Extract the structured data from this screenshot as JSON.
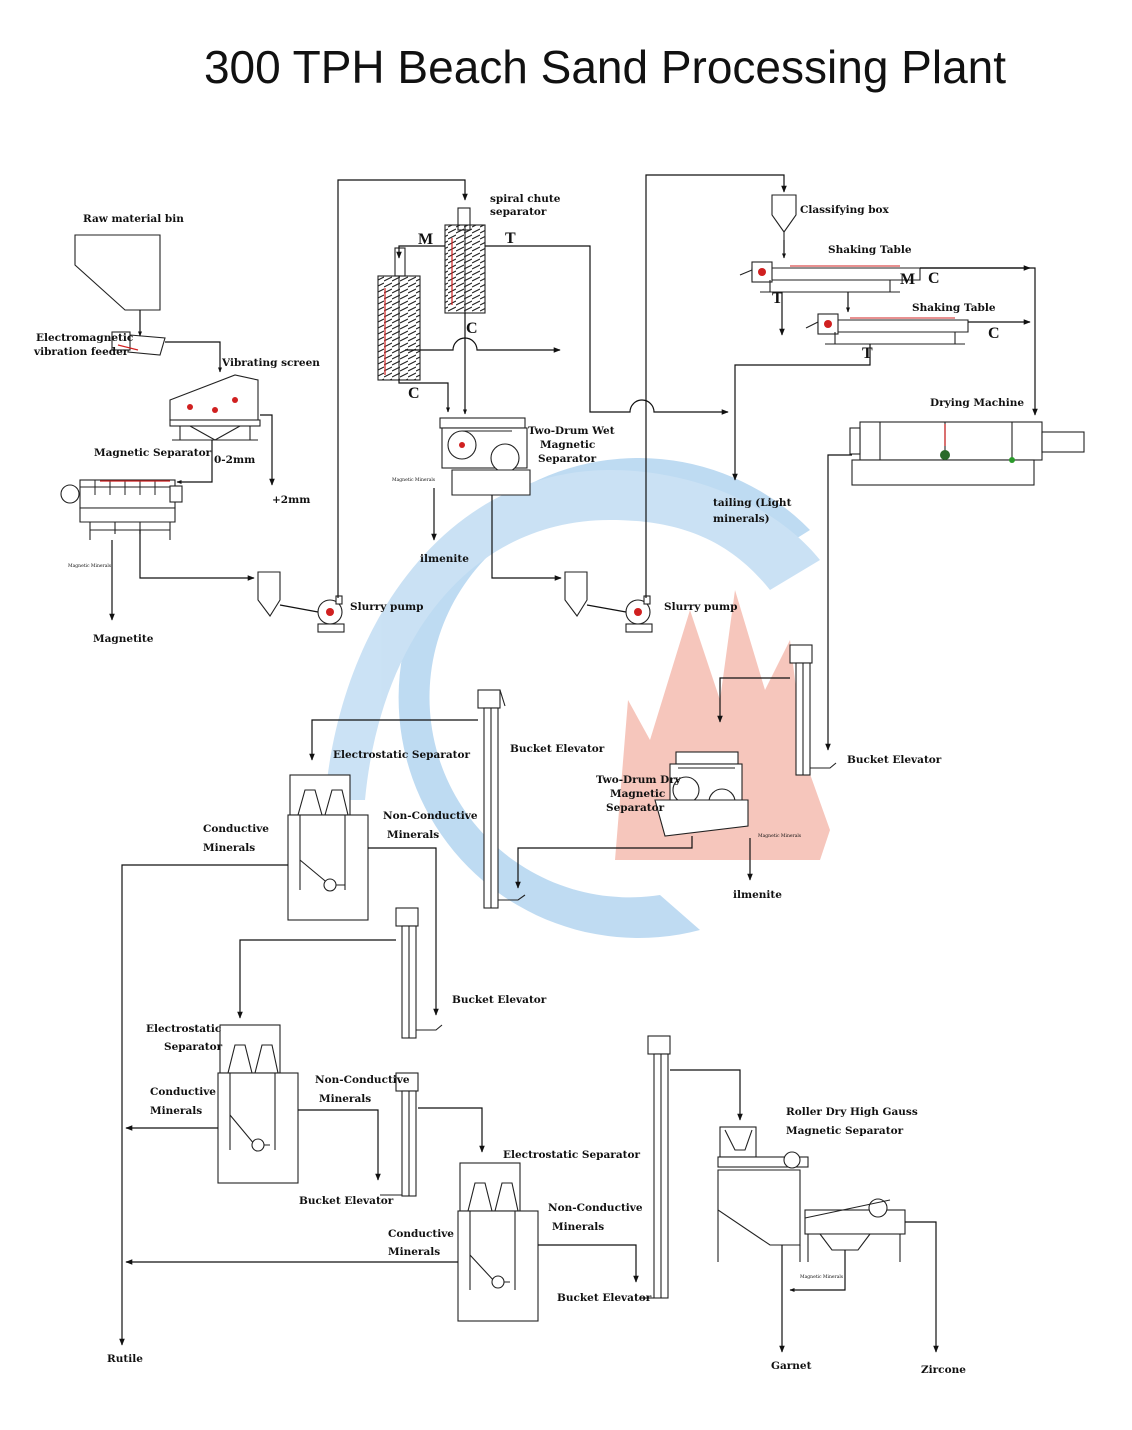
{
  "title": "300 TPH Beach Sand Processing Plant",
  "labels": {
    "raw_material_bin": "Raw material bin",
    "vibration_feeder": [
      "Electromagnetic",
      "vibration feeder"
    ],
    "vibrating_screen": "Vibrating screen",
    "size_fine": "0-2mm",
    "size_coarse": "+2mm",
    "magnetic_separator": "Magnetic Separator",
    "magnetic_minerals": "Magnetic Minerals",
    "magnetite": "Magnetite",
    "slurry_pump_1": "Slurry pump",
    "slurry_pump_2": "Slurry pump",
    "spiral_chute": [
      "spiral chute",
      "separator"
    ],
    "letter_m": "M",
    "letter_t": "T",
    "letter_c": "C",
    "two_drum_wet": [
      "Two-Drum Wet",
      "Magnetic",
      "Separator"
    ],
    "ilmenite_1": "ilmenite",
    "classifying_box": "Classifying box",
    "shaking_table_1": "Shaking Table",
    "shaking_table_2": "Shaking Table",
    "tailing": [
      "tailing (Light",
      "minerals)"
    ],
    "drying_machine": "Drying Machine",
    "bucket_elevator_1": "Bucket Elevator",
    "bucket_elevator_2": "Bucket Elevator",
    "bucket_elevator_3": "Bucket Elevator",
    "bucket_elevator_4": "Bucket Elevator",
    "bucket_elevator_5": "Bucket Elevator",
    "two_drum_dry": [
      "Two-Drum Dry",
      "Magnetic",
      "Separator"
    ],
    "ilmenite_2": "ilmenite",
    "electrostatic_1": "Electrostatic Separator",
    "electrostatic_2": [
      "Electrostatic",
      "Separator"
    ],
    "electrostatic_3": "Electrostatic Separator",
    "conductive_1": [
      "Conductive",
      "Minerals"
    ],
    "conductive_2": [
      "Conductive",
      "Minerals"
    ],
    "conductive_3": [
      "Conductive",
      "Minerals"
    ],
    "non_conductive_1": [
      "Non-Conductive",
      "Minerals"
    ],
    "non_conductive_2": [
      "Non-Conductive",
      "Minerals"
    ],
    "non_conductive_3": [
      "Non-Conductive",
      "Minerals"
    ],
    "roller_separator": [
      "Roller Dry High Gauss",
      "Magnetic Separator"
    ],
    "rutile": "Rutile",
    "garnet": "Garnet",
    "zircone": "Zircone"
  },
  "colors": {
    "line": "#111111",
    "watermark_blue": "#a9cfee",
    "watermark_red": "#f4b3a6",
    "accent_red": "#d02020"
  }
}
